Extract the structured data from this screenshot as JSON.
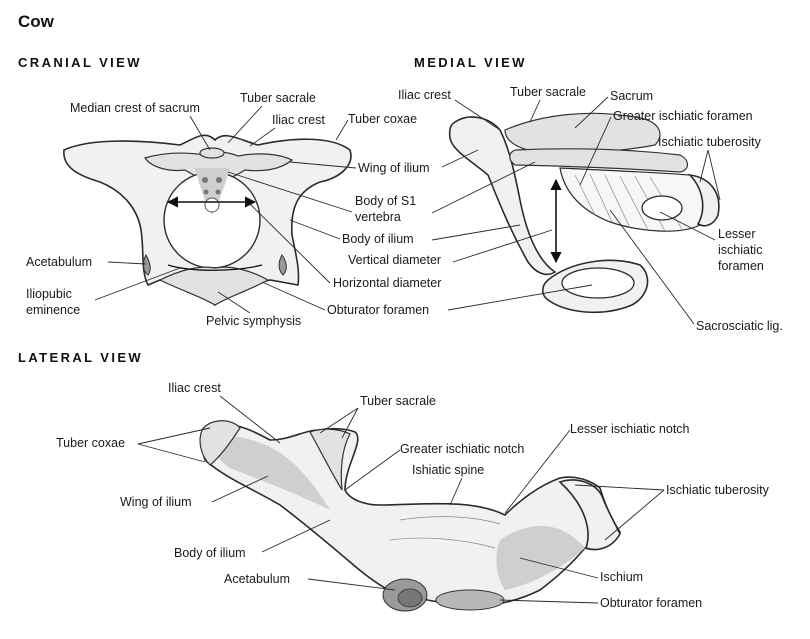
{
  "title": "Cow",
  "views": {
    "cranial": {
      "heading": "CRANIAL VIEW",
      "labels": {
        "median_crest": "Median crest of sacrum",
        "tuber_sacrale": "Tuber sacrale",
        "iliac_crest": "Iliac crest",
        "tuber_coxae": "Tuber coxae",
        "wing_of_ilium": "Wing of ilium",
        "body_s1_line1": "Body of S1",
        "body_s1_line2": "vertebra",
        "body_of_ilium": "Body of ilium",
        "vertical_diameter": "Vertical diameter",
        "horizontal_diameter": "Horizontal diameter",
        "obturator_foramen": "Obturator foramen",
        "acetabulum": "Acetabulum",
        "iliopubic_line1": "Iliopubic",
        "iliopubic_line2": "eminence",
        "pelvic_symphysis": "Pelvic symphysis"
      }
    },
    "medial": {
      "heading": "MEDIAL VIEW",
      "labels": {
        "iliac_crest": "Iliac crest",
        "tuber_sacrale": "Tuber sacrale",
        "sacrum": "Sacrum",
        "greater_ischiatic_foramen": "Greater ischiatic foramen",
        "ischiatic_tuberosity": "Ischiatic tuberosity",
        "lesser_line1": "Lesser",
        "lesser_line2": "ischiatic",
        "lesser_line3": "foramen",
        "sacrosciatic_lig": "Sacrosciatic lig."
      }
    },
    "lateral": {
      "heading": "LATERAL VIEW",
      "labels": {
        "iliac_crest": "Iliac crest",
        "tuber_sacrale": "Tuber sacrale",
        "tuber_coxae": "Tuber coxae",
        "greater_ischiatic_notch": "Greater ischiatic notch",
        "lesser_ischiatic_notch": "Lesser ischiatic notch",
        "ishiatic_spine": "Ishiatic spine",
        "ischiatic_tuberosity": "Ischiatic tuberosity",
        "wing_of_ilium": "Wing of ilium",
        "body_of_ilium": "Body of ilium",
        "acetabulum": "Acetabulum",
        "ischium": "Ischium",
        "obturator_foramen": "Obturator foramen"
      }
    }
  }
}
